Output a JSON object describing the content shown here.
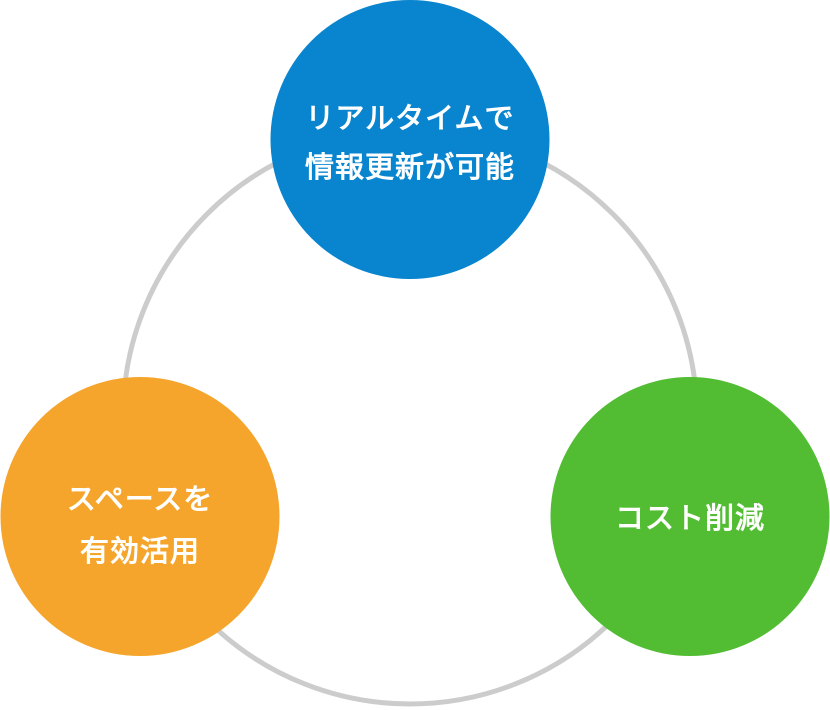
{
  "diagram": {
    "type": "cycle",
    "ring_color": "#CCCCCC",
    "text_color": "#FFFFFF",
    "nodes": [
      {
        "id": "top",
        "lines": [
          "リアルタイムで",
          "情報更新が可能"
        ],
        "label": "リアルタイムで情報更新が可能",
        "color": "#0984CE"
      },
      {
        "id": "right",
        "lines": [
          "コスト削減"
        ],
        "label": "コスト削減",
        "color": "#52BD33"
      },
      {
        "id": "left",
        "lines": [
          "スペースを",
          "有効活用"
        ],
        "label": "スペースを有効活用",
        "color": "#F5A52C"
      }
    ]
  }
}
